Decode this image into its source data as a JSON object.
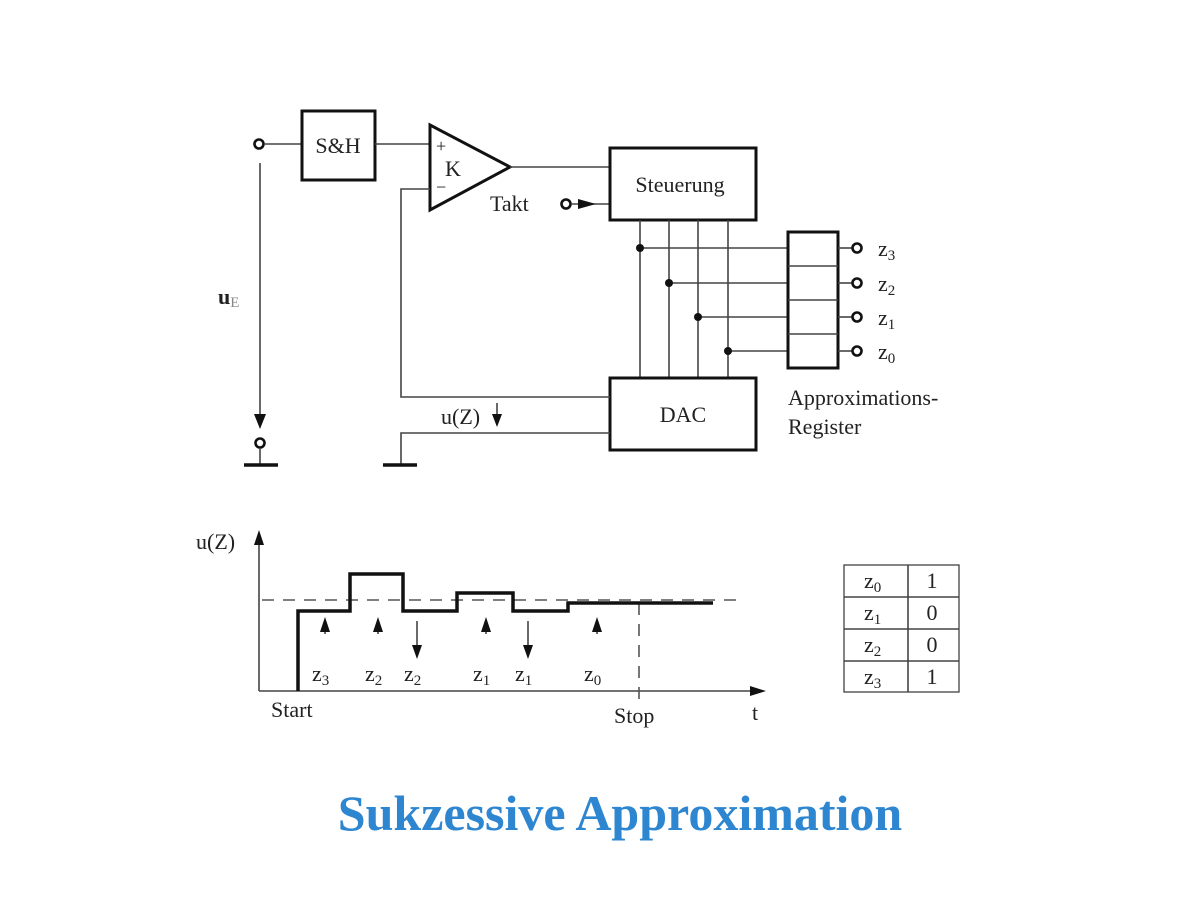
{
  "title": "Sukzessive Approximation",
  "colors": {
    "title": "#2e86d1",
    "lines": "#111111"
  },
  "circuit": {
    "sample_hold": "S&H",
    "comparator": {
      "label": "K",
      "plus": "+",
      "minus": "−"
    },
    "clock": "Takt",
    "control": "Steuerung",
    "dac": "DAC",
    "input_voltage": {
      "main": "u",
      "sub": "E"
    },
    "dac_voltage": "u(Z)",
    "register": {
      "label_line1": "Approximations-",
      "label_line2": "Register",
      "outputs": [
        {
          "main": "z",
          "sub": "3"
        },
        {
          "main": "z",
          "sub": "2"
        },
        {
          "main": "z",
          "sub": "1"
        },
        {
          "main": "z",
          "sub": "0"
        }
      ]
    }
  },
  "timing": {
    "y_axis_label": "u(Z)",
    "x_axis_label": "t",
    "start_label": "Start",
    "stop_label": "Stop",
    "steps": [
      {
        "bit": "z",
        "sub": "3",
        "direction": "up"
      },
      {
        "bit": "z",
        "sub": "2",
        "direction": "up"
      },
      {
        "bit": "z",
        "sub": "2",
        "direction": "down"
      },
      {
        "bit": "z",
        "sub": "1",
        "direction": "up"
      },
      {
        "bit": "z",
        "sub": "1",
        "direction": "down"
      },
      {
        "bit": "z",
        "sub": "0",
        "direction": "up"
      }
    ]
  },
  "result_table": {
    "rows": [
      {
        "bit": "z",
        "sub": "0",
        "value": "1"
      },
      {
        "bit": "z",
        "sub": "1",
        "value": "0"
      },
      {
        "bit": "z",
        "sub": "2",
        "value": "0"
      },
      {
        "bit": "z",
        "sub": "3",
        "value": "1"
      }
    ]
  }
}
